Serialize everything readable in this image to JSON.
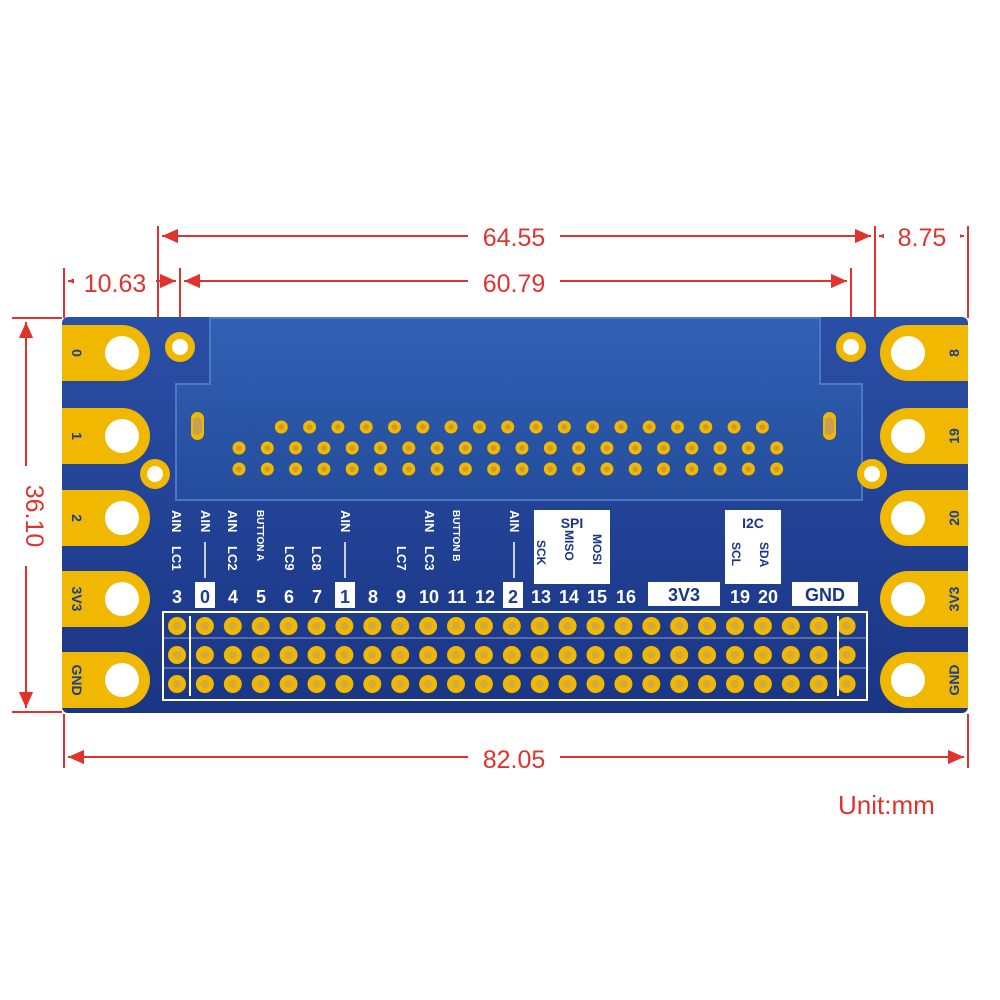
{
  "dimensions": {
    "top_width": "64.55",
    "right_offset": "8.75",
    "left_offset": "10.63",
    "inner_width": "60.79",
    "height": "36.10",
    "total_width": "82.05"
  },
  "unit_label": "Unit:mm",
  "left_pads": [
    "0",
    "1",
    "2",
    "3V3",
    "GND"
  ],
  "right_pads": [
    "8",
    "19",
    "20",
    "3V3",
    "GND"
  ],
  "pin_labels": {
    "ain": "AIN",
    "lc1": "LC1",
    "lc2": "LC2",
    "button_a": "BUTTON A",
    "lc9": "LC9",
    "lc8": "LC8",
    "lc7": "LC7",
    "lc3": "LC3",
    "button_b": "BUTTON B",
    "spi": "SPI",
    "sck": "SCK",
    "miso": "MISO",
    "mosi": "MOSI",
    "i2c": "I2C",
    "scl": "SCL",
    "sda": "SDA"
  },
  "pin_numbers": [
    "3",
    "0",
    "4",
    "5",
    "6",
    "7",
    "1",
    "8",
    "9",
    "10",
    "11",
    "12",
    "2",
    "13",
    "14",
    "15",
    "16",
    "19",
    "20"
  ],
  "power_labels": {
    "v33": "3V3",
    "gnd": "GND"
  },
  "colors": {
    "board": "#1e3f8f",
    "slot": "#244f9f",
    "gold": "#f0b800",
    "dimension": "#e0332e"
  }
}
